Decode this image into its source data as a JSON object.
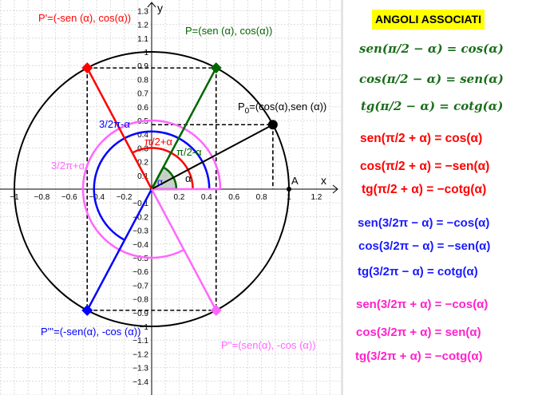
{
  "graph": {
    "x_axis": {
      "label": "x",
      "min": -1,
      "max": 1.2,
      "step": 0.2
    },
    "y_axis": {
      "label": "y",
      "min": -1.4,
      "max": 1.3,
      "step": 0.1
    },
    "alpha_degrees": 28,
    "points": {
      "P": {
        "label": "P=(sen (α), cos(α))",
        "color": "#006600"
      },
      "P1": {
        "label": "P'=(-sen (α), cos(α))",
        "color": "#ff0000"
      },
      "P2": {
        "label": "P''=(sen(α), -cos (α))",
        "color": "#ff66ff"
      },
      "P3": {
        "label": "P'''=(-sen(α), -cos (α))",
        "color": "#0000ff"
      },
      "P0": {
        "label_main": "P",
        "label_sub": "0",
        "label_rest": "=(cos(α),sen (α))",
        "color": "#000000"
      },
      "A": {
        "label": "A"
      }
    },
    "angles": {
      "alpha": "α",
      "alpha_small": "α",
      "pi2_minus": "π/2-α",
      "pi2_plus": "π/2+α",
      "three_half_minus": "3/2π-α",
      "three_half_plus": "3/2π+α"
    }
  },
  "panel": {
    "title": "ANGOLI ASSOCIATI",
    "groups": [
      {
        "color": "#1b6d1b",
        "formulas": [
          "sen(π/2 − α) = cos(α)",
          "cos(π/2 − α) = sen(α)",
          "tg(π/2 − α) = cotg(α)"
        ]
      },
      {
        "color": "#ff0000",
        "formulas": [
          "sen(π/2 + α) = cos(α)",
          "cos(π/2 + α) = −sen(α)",
          "tg(π/2 + α) = −cotg(α)"
        ]
      },
      {
        "color": "#1a1aff",
        "formulas": [
          "sen(3/2π − α) = −cos(α)",
          "cos(3/2π − α) = −sen(α)",
          "tg(3/2π − α) = cotg(α)"
        ]
      },
      {
        "color": "#ff22cc",
        "formulas": [
          "sen(3/2π + α) = −cos(α)",
          "cos(3/2π + α) = sen(α)",
          "tg(3/2π + α) = −cotg(α)"
        ]
      }
    ]
  }
}
